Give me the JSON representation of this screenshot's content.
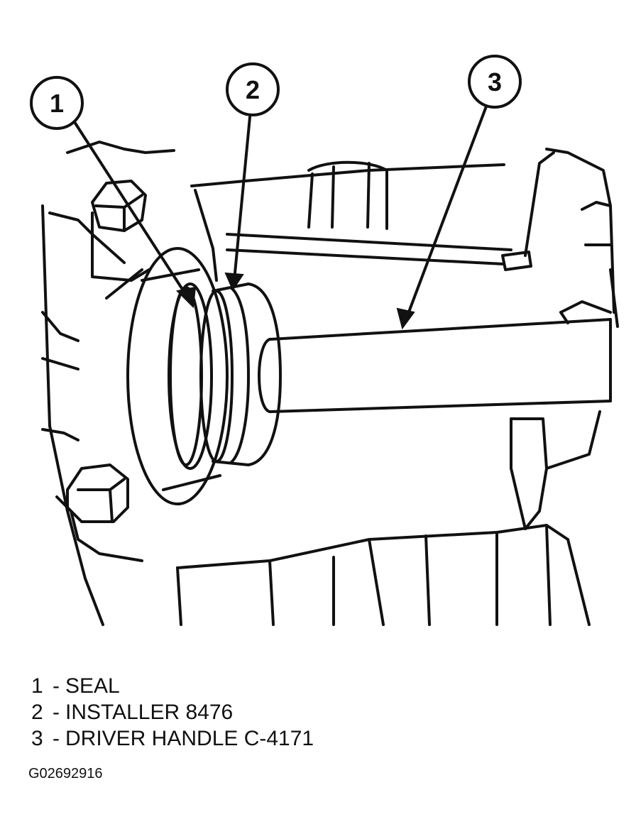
{
  "diagram": {
    "callouts": [
      {
        "number": "1"
      },
      {
        "number": "2"
      },
      {
        "number": "3"
      }
    ]
  },
  "legend": [
    {
      "number": "1",
      "separator": "-",
      "text": "SEAL"
    },
    {
      "number": "2",
      "separator": "-",
      "text": "INSTALLER 8476"
    },
    {
      "number": "3",
      "separator": "-",
      "text": "DRIVER HANDLE C-4171"
    }
  ],
  "figure_code": "G02692916"
}
